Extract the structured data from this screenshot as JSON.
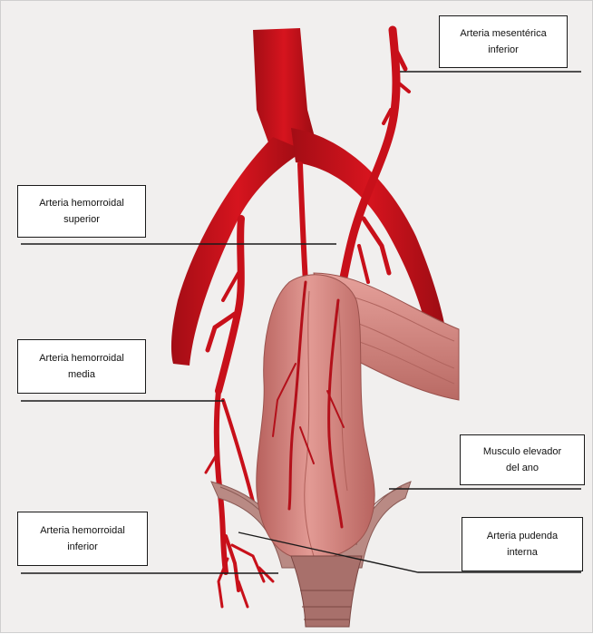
{
  "labels": {
    "mesenterica": {
      "line1": "Arteria mesentérica",
      "line2": "inferior"
    },
    "hemorroidal_superior": {
      "line1": "Arteria hemorroidal",
      "line2": "superior"
    },
    "hemorroidal_media": {
      "line1": "Arteria hemorroidal",
      "line2": "media"
    },
    "musculo_elevador": {
      "line1": "Musculo elevador",
      "line2": "del ano"
    },
    "hemorroidal_inferior": {
      "line1": "Arteria hemorroidal",
      "line2": "inferior"
    },
    "pudenda_interna": {
      "line1": "Arteria pudenda",
      "line2": "interna"
    }
  },
  "colors": {
    "artery": "#c8101a",
    "artery_dark": "#8e0b12",
    "rectum": "#d98a86",
    "rectum_dark": "#a9524f",
    "muscle": "#b98a84",
    "leader_line": "#1a1a1a"
  }
}
